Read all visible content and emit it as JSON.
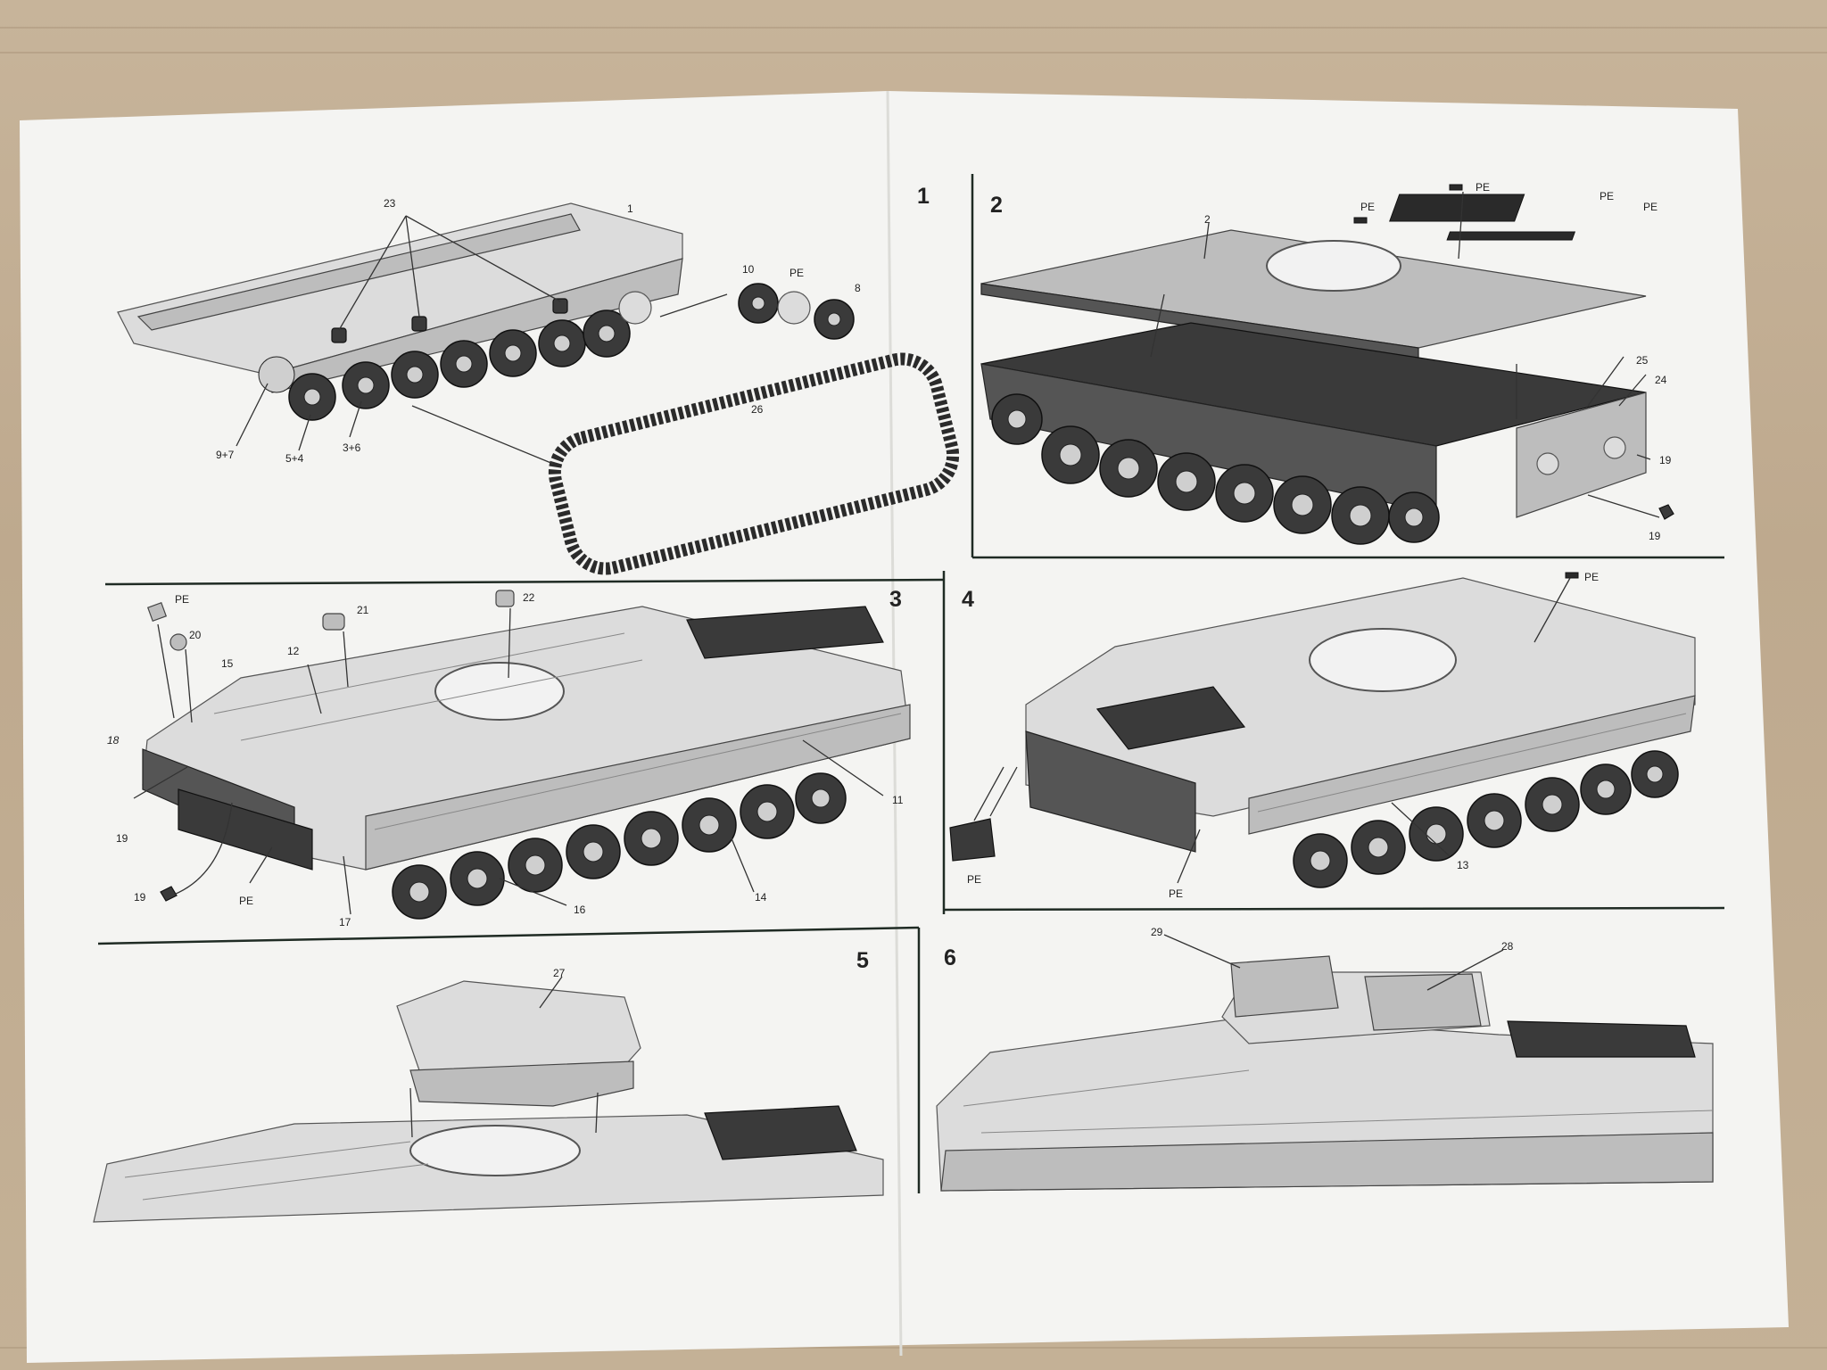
{
  "document": {
    "steps": [
      {
        "number": "1",
        "callouts": [
          "23",
          "1",
          "10",
          "PE",
          "8",
          "26",
          "9+7",
          "5+4",
          "3+6"
        ]
      },
      {
        "number": "2",
        "callouts": [
          "2",
          "PE",
          "PE",
          "PE",
          "PE",
          "25",
          "24",
          "19",
          "19"
        ]
      },
      {
        "number": "3",
        "callouts": [
          "PE",
          "20",
          "21",
          "22",
          "15",
          "12",
          "18",
          "19",
          "19",
          "PE",
          "17",
          "16",
          "14",
          "11"
        ]
      },
      {
        "number": "4",
        "callouts": [
          "PE",
          "PE",
          "PE",
          "13"
        ]
      },
      {
        "number": "5",
        "callouts": [
          "27"
        ]
      },
      {
        "number": "6",
        "callouts": [
          "29",
          "28"
        ]
      }
    ]
  },
  "colors": {
    "paper": "#f4f4f2",
    "table_wood": "#c4b196",
    "divider": "#1f2b24",
    "hull_light": "#dcdcdc",
    "hull_dark": "#3a3a3a"
  }
}
